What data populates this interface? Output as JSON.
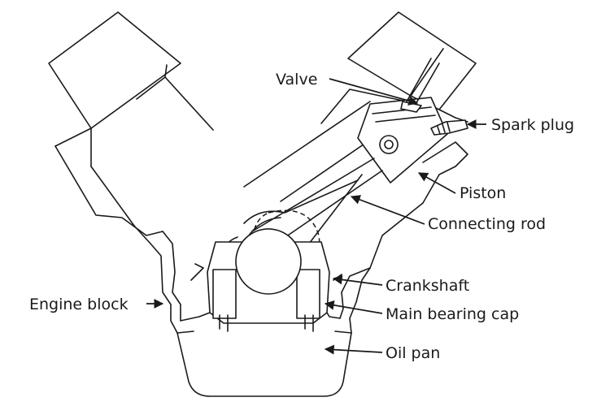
{
  "labels": {
    "valve": "Valve",
    "spark_plug": "Spark plug",
    "piston": "Piston",
    "connecting_rod": "Connecting rod",
    "crankshaft": "Crankshaft",
    "engine_block": "Engine block",
    "main_bearing_cap": "Main bearing cap",
    "oil_pan": "Oil pan"
  }
}
